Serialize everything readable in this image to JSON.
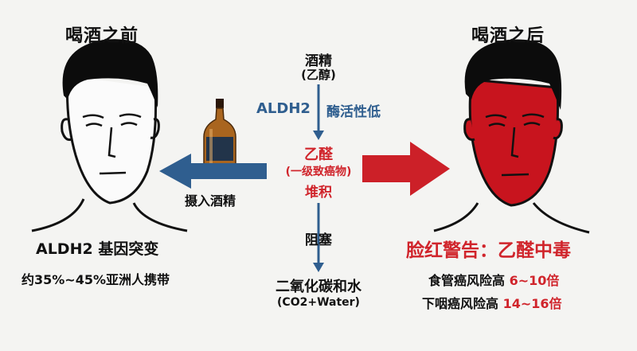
{
  "colors": {
    "accent_red": "#d0242b",
    "accent_blue": "#2f5e8f",
    "face_red": "#c8141e",
    "hair": "#0c0c0c"
  },
  "left": {
    "title": "喝酒之前",
    "gene_label": "ALDH2 基因突变",
    "population": "约35%~45%亚洲人携带"
  },
  "right": {
    "title": "喝酒之后",
    "warning": "脸红警告：乙醛中毒",
    "risks": [
      {
        "label": "食管癌风险高",
        "value": "6~10倍"
      },
      {
        "label": "下咽癌风险高",
        "value": "14~16倍"
      }
    ]
  },
  "pathway": {
    "ethanol": "酒精",
    "ethanol_sub": "(乙醇)",
    "enzyme": "ALDH2",
    "enzyme_note": "酶活性低",
    "acetaldehyde": "乙醛",
    "acetaldehyde_sub": "(一级致癌物)",
    "accumulation": "堆积",
    "blocked": "阻塞",
    "product": "二氧化碳和水",
    "product_sub": "(CO2+Water)"
  },
  "intake_label": "摄入酒精",
  "icons": {
    "left_face": "person-head-icon",
    "right_face": "flushed-head-icon",
    "bottle": "liquor-bottle-icon"
  }
}
